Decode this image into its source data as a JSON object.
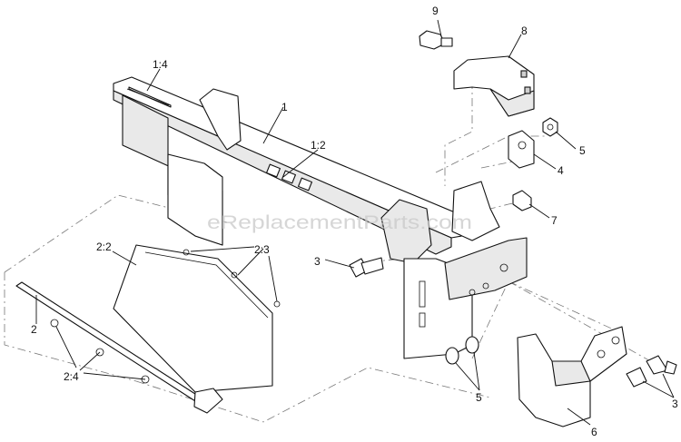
{
  "watermark": "eReplacementParts.com",
  "callouts": [
    {
      "id": "9",
      "label": "9"
    },
    {
      "id": "8",
      "label": "8"
    },
    {
      "id": "1-4",
      "label": "1:4"
    },
    {
      "id": "1",
      "label": "1"
    },
    {
      "id": "1-2",
      "label": "1:2"
    },
    {
      "id": "5a",
      "label": "5"
    },
    {
      "id": "4",
      "label": "4"
    },
    {
      "id": "7",
      "label": "7"
    },
    {
      "id": "2-2",
      "label": "2:2"
    },
    {
      "id": "2-3",
      "label": "2:3"
    },
    {
      "id": "3a",
      "label": "3"
    },
    {
      "id": "2",
      "label": "2"
    },
    {
      "id": "2-4",
      "label": "2:4"
    },
    {
      "id": "5b",
      "label": "5"
    },
    {
      "id": "6",
      "label": "6"
    },
    {
      "id": "3b",
      "label": "3"
    }
  ]
}
